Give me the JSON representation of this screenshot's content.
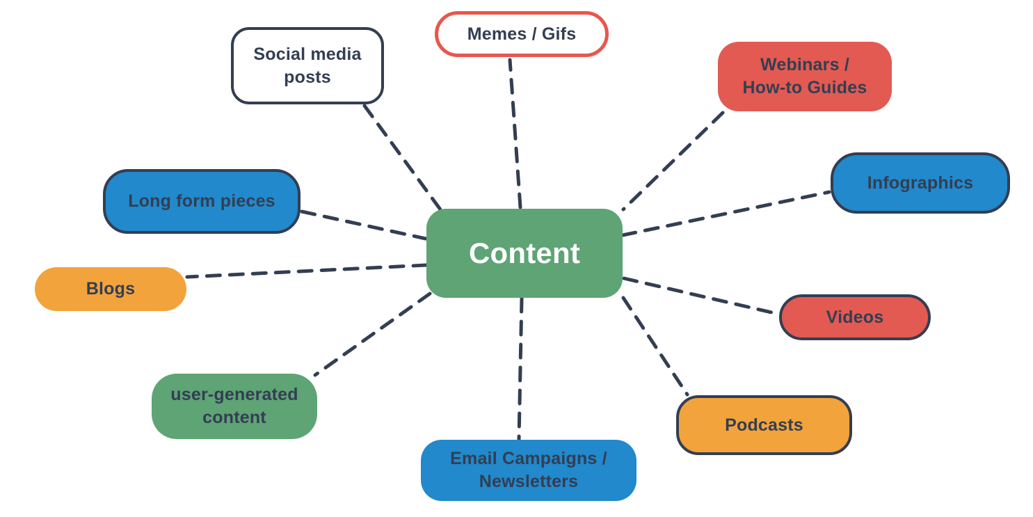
{
  "palette": {
    "navy": "#333e52",
    "green": "#5ea475",
    "red": "#e25a52",
    "red_border": "#e8564e",
    "blue": "#2189cc",
    "orange": "#f2a33c",
    "white": "#ffffff",
    "connector_color": "#333e52"
  },
  "center": {
    "label": "Content",
    "fill": "green",
    "text_color": "white"
  },
  "nodes": [
    {
      "id": "memes",
      "label": "Memes / Gifs",
      "fill": "white",
      "border": "red",
      "text_color": "navy"
    },
    {
      "id": "social",
      "label": "Social media\nposts",
      "fill": "white",
      "border": "navy",
      "text_color": "navy"
    },
    {
      "id": "webinars",
      "label": "Webinars /\nHow-to Guides",
      "fill": "red",
      "border": "none",
      "text_color": "navy"
    },
    {
      "id": "infographics",
      "label": "Infographics",
      "fill": "blue",
      "border": "navy",
      "text_color": "navy"
    },
    {
      "id": "videos",
      "label": "Videos",
      "fill": "red",
      "border": "navy",
      "text_color": "navy"
    },
    {
      "id": "podcasts",
      "label": "Podcasts",
      "fill": "orange",
      "border": "navy",
      "text_color": "navy"
    },
    {
      "id": "email",
      "label": "Email Campaigns /\nNewsletters",
      "fill": "blue",
      "border": "none",
      "text_color": "navy"
    },
    {
      "id": "ugc",
      "label": "user-generated\ncontent",
      "fill": "green",
      "border": "none",
      "text_color": "navy"
    },
    {
      "id": "blogs",
      "label": "Blogs",
      "fill": "orange",
      "border": "none",
      "text_color": "navy"
    },
    {
      "id": "longform",
      "label": "Long form pieces",
      "fill": "blue",
      "border": "navy",
      "text_color": "navy"
    }
  ],
  "connections": [
    {
      "from": "content",
      "to": "memes"
    },
    {
      "from": "content",
      "to": "social"
    },
    {
      "from": "content",
      "to": "webinars"
    },
    {
      "from": "content",
      "to": "infographics"
    },
    {
      "from": "content",
      "to": "videos"
    },
    {
      "from": "content",
      "to": "podcasts"
    },
    {
      "from": "content",
      "to": "email"
    },
    {
      "from": "content",
      "to": "ugc"
    },
    {
      "from": "content",
      "to": "blogs"
    },
    {
      "from": "content",
      "to": "longform"
    }
  ],
  "connector_style": "dashed"
}
